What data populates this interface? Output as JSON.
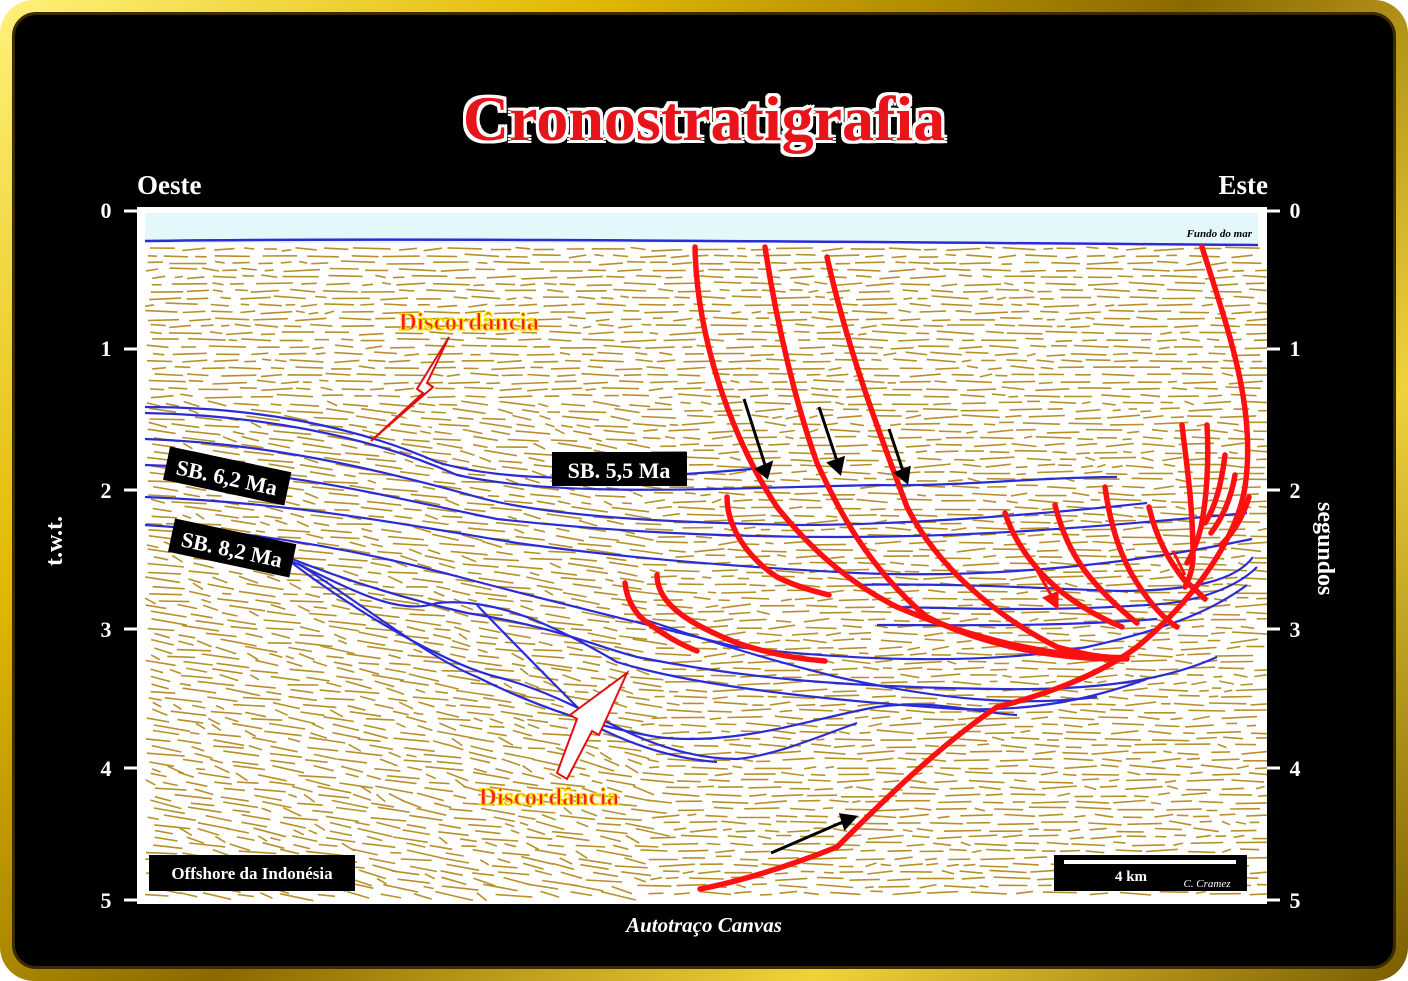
{
  "title": "Cronostratigrafia",
  "left_side": "Oeste",
  "right_side": "Este",
  "y_axis": {
    "left_label": "t.w.t.",
    "right_label": "segundos",
    "ticks": [
      "0",
      "1",
      "2",
      "3",
      "4",
      "5"
    ]
  },
  "caption": "Autotraço Canvas",
  "labels": {
    "seafloor": "Fundo do mar",
    "discord_top": "Discordância",
    "discord_bottom": "Discordância",
    "sb55": "SB. 5,5 Ma",
    "sb62": "SB. 6,2 Ma",
    "sb82": "SB. 8,2 Ma",
    "location": "Offshore da Indonésia",
    "scale": "4 km",
    "author": "C. Cramez"
  },
  "colors": {
    "reflector": "#b8902a",
    "horizon": "#2b2bd8",
    "fault": "#ff1010",
    "sea": "#e4f8fc",
    "title": "#e8141b",
    "frame": "#e0b800"
  }
}
